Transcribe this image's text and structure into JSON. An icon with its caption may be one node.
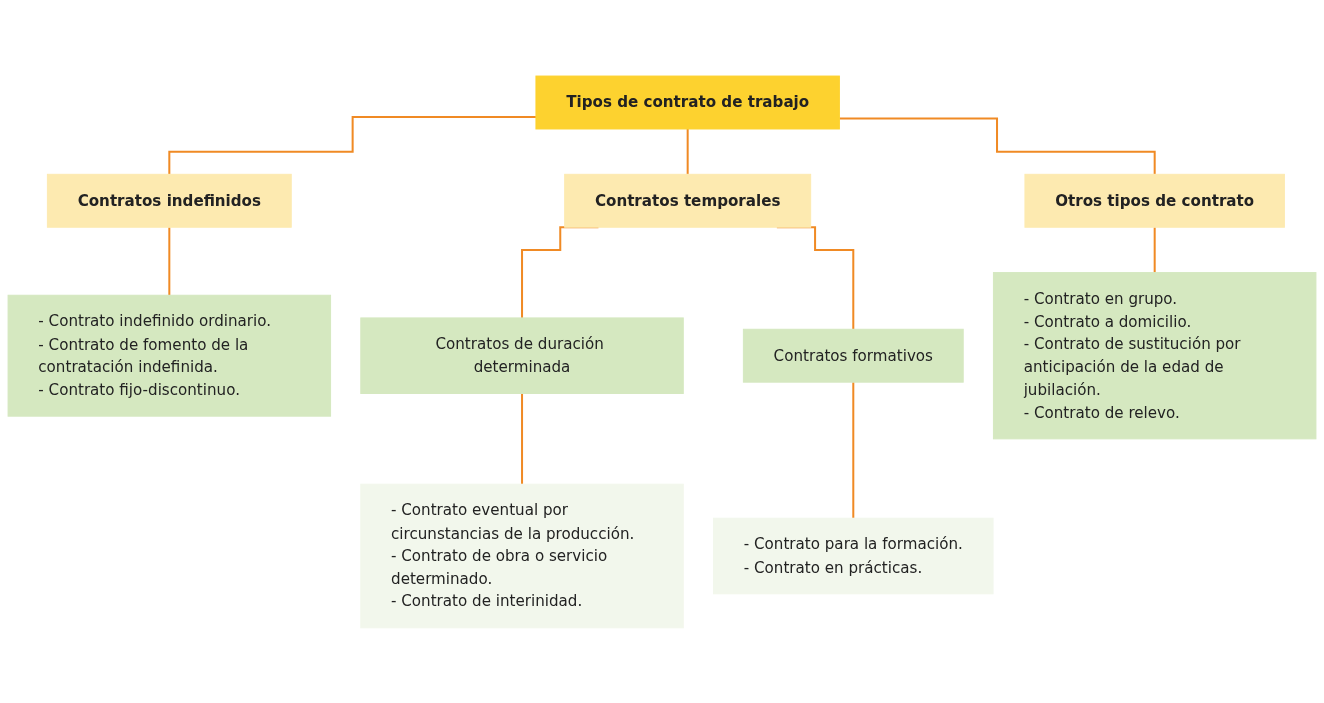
{
  "diagram": {
    "nodes": [
      {
        "text": [
          "Tipos de contrato de trabajo"
        ]
      },
      {
        "text": [
          "Contratos indefinidos"
        ]
      },
      {
        "text": [
          "Contratos temporales"
        ]
      },
      {
        "text": [
          "Otros tipos de contrato"
        ]
      },
      {
        "text": [
          "- Contrato indefinido ordinario.",
          "- Contrato de fomento de la contratación indefinida.",
          "- Contrato fijo-discontinuo."
        ]
      },
      {
        "text": [
          "Contratos de duración determinada"
        ]
      },
      {
        "text": [
          "Contratos formativos"
        ]
      },
      {
        "text": [
          "- Contrato eventual por circunstancias de la producción.",
          "- Contrato de obra o servicio determinado.",
          "- Contrato de interinidad."
        ]
      },
      {
        "text": [
          "- Contrato para la formación.",
          "- Contrato en prácticas."
        ]
      },
      {
        "text": [
          "- Contrato en grupo.",
          "- Contrato a domicilio.",
          "- Contrato de sustitución por anticipación de la edad de jubilación.",
          "- Contrato de relevo."
        ]
      }
    ],
    "edges": [
      {
        "from": 0,
        "to": 1,
        "arrow": "none"
      },
      {
        "from": 0,
        "to": 2,
        "arrow": "none"
      },
      {
        "from": 0,
        "to": 3,
        "arrow": "none"
      },
      {
        "from": 1,
        "to": 4,
        "arrow": "none"
      },
      {
        "from": 2,
        "to": 5,
        "arrow": "none"
      },
      {
        "from": 2,
        "to": 6,
        "arrow": "none"
      },
      {
        "from": 5,
        "to": 7,
        "arrow": "none"
      },
      {
        "from": 6,
        "to": 8,
        "arrow": "none"
      },
      {
        "from": 3,
        "to": 9,
        "arrow": "none"
      }
    ]
  }
}
